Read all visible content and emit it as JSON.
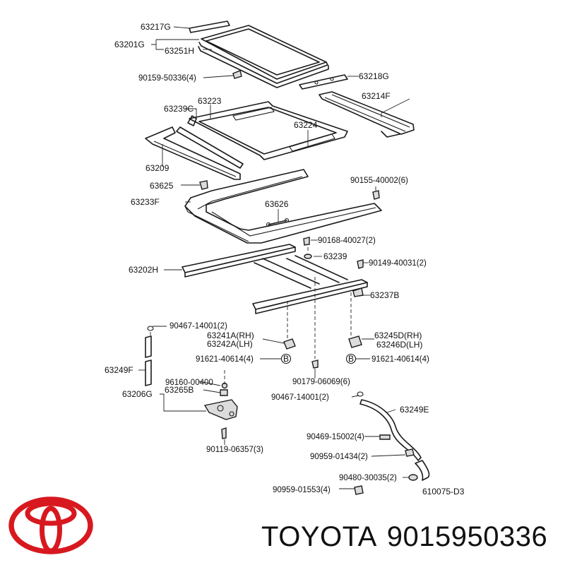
{
  "labels": {
    "p63217G": "63217G",
    "p63201G": "63201G",
    "p63251H": "63251H",
    "p90159_50336": "90159-50336(4)",
    "p63218G": "63218G",
    "p63214F": "63214F",
    "p63223": "63223",
    "p63239C": "63239C",
    "p63224": "63224",
    "p63209": "63209",
    "p63625": "63625",
    "p90155_40002": "90155-40002(6)",
    "p63233F": "63233F",
    "p63626": "63626",
    "p90168_40027": "90168-40027(2)",
    "p63239": "63239",
    "p63202H": "63202H",
    "p90149_40031": "90149-40031(2)",
    "p63237B": "63237B",
    "p90467_14001_a": "90467-14001(2)",
    "p63241A": "63241A(RH)",
    "p63242A": "63242A(LH)",
    "p63245D": "63245D(RH)",
    "p63246D": "63246D(LH)",
    "p91621_40614_a": "91621-40614(4)",
    "p91621_40614_b": "91621-40614(4)",
    "p63249F": "63249F",
    "p96160_00400": "96160-00400",
    "p63206G": "63206G",
    "p63265B": "63265B",
    "p90179_06069": "90179-06069(6)",
    "p90467_14001_b": "90467-14001(2)",
    "p63249E": "63249E",
    "p90469_15002": "90469-15002(4)",
    "p90959_01434": "90959-01434(2)",
    "p90119_06357": "90119-06357(3)",
    "p90480_30035": "90480-30035(2)",
    "p90959_01553": "90959-01553(4)",
    "code": "610075-D3",
    "marker_b": "B"
  },
  "brand": {
    "name": "TOYOTA",
    "part_number": "9015950336"
  },
  "colors": {
    "logo": "#d7191f",
    "ink": "#1a1a1a"
  },
  "icons": {
    "logo": "toyota-logo-icon"
  }
}
